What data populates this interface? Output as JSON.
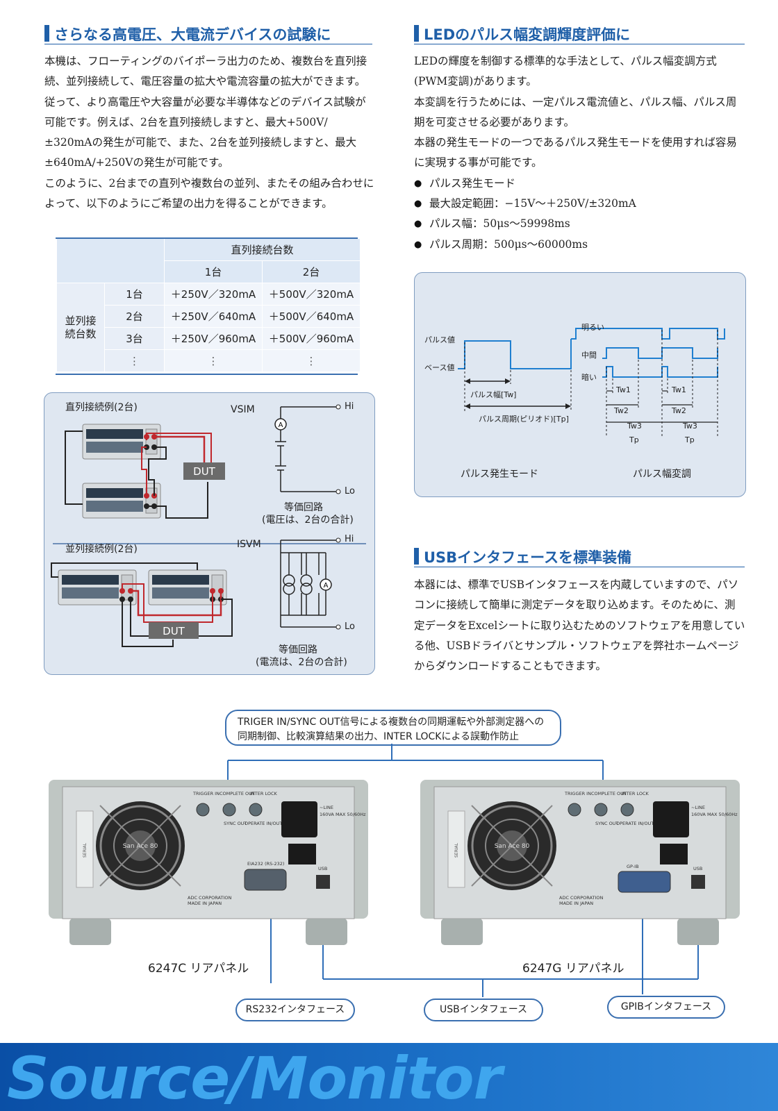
{
  "sections": {
    "high_voltage": {
      "title": "さらなる高電圧、大電流デバイスの試験に",
      "paragraphs": [
        "本機は、フローティングのバイポーラ出力のため、複数台を直列接続、並列接続して、電圧容量の拡大や電流容量の拡大ができます。従って、より高電圧や大容量が必要な半導体などのデバイス試験が可能です。例えば、2台を直列接続しますと、最大+500V/±320mAの発生が可能で、また、2台を並列接続しますと、最大±640mA/+250Vの発生が可能です。",
        "このように、2台までの直列や複数台の並列、またその組み合わせによって、以下のようにご希望の出力を得ることができます。"
      ]
    },
    "led_pwm": {
      "title": "LEDのパルス幅変調輝度評価に",
      "paragraphs": [
        "LEDの輝度を制御する標準的な手法として、パルス幅変調方式(PWM変調)があります。",
        "本変調を行うためには、一定パルス電流値と、パルス幅、パルス周期を可変させる必要があります。",
        "本器の発生モードの一つであるパルス発生モードを使用すれば容易に実現する事が可能です。"
      ],
      "bullets": [
        "パルス発生モード",
        "最大設定範囲：−15V〜＋250V/±320mA",
        "パルス幅：50μs〜59998ms",
        "パルス周期：500μs〜60000ms"
      ]
    },
    "usb": {
      "title": "USBインタフェースを標準装備",
      "paragraphs": [
        "本器には、標準でUSBインタフェースを内蔵していますので、パソコンに接続して簡単に測定データを取り込めます。そのために、測定データをExcelシートに取り込むためのソフトウェアを用意している他、USBドライバとサンプル・ソフトウェアを弊社ホームページからダウンロードすることもできます。"
      ]
    }
  },
  "table": {
    "series_header": "直列接続台数",
    "series_cols": [
      "1台",
      "2台"
    ],
    "parallel_header": "並列接続台数",
    "rows": [
      {
        "count": "1台",
        "v1": "＋250V／320mA",
        "v2": "＋500V／320mA"
      },
      {
        "count": "2台",
        "v1": "＋250V／640mA",
        "v2": "＋500V／640mA"
      },
      {
        "count": "3台",
        "v1": "＋250V／960mA",
        "v2": "＋500V／960mA"
      },
      {
        "count": "⋮",
        "v1": "⋮",
        "v2": "⋮"
      }
    ]
  },
  "connection_diagram": {
    "series_title": "直列接続例(2台)",
    "series_mode": "VSIM",
    "parallel_title": "並列接続例(2台)",
    "parallel_mode": "ISVM",
    "dut": "DUT",
    "hi": "Hi",
    "lo": "Lo",
    "ammeter": "A",
    "equiv": "等価回路",
    "series_note": "(電圧は、2台の合計)",
    "parallel_note": "(電流は、2台の合計)"
  },
  "pulse_diagram": {
    "pulse_value": "パルス値",
    "base_value": "ベース値",
    "pulse_width": "パルス幅[Tw]",
    "pulse_period": "パルス周期(ピリオド)[Tp]",
    "bright": "明るい",
    "medium": "中間",
    "dark": "暗い",
    "tw1": "Tw1",
    "tw2": "Tw2",
    "tw3": "Tw3",
    "tp": "Tp",
    "caption_left": "パルス発生モード",
    "caption_right": "パルス幅変調"
  },
  "rear_panel": {
    "callout_line1": "TRIGER IN/SYNC OUT信号による複数台の同期運転や外部測定器への",
    "callout_line2": "同期制御、比較演算結果の出力、INTER LOCKによる誤動作防止",
    "left_label": "6247C リアパネル",
    "right_label": "6247G リアパネル",
    "rs232": "RS232インタフェース",
    "usb": "USBインタフェース",
    "gpib": "GPIBインタフェース",
    "panel_text": {
      "trigger_in": "TRIGGER IN",
      "complete_out": "COMPLETE OUT",
      "inter_lock": "INTER LOCK",
      "sync_out": "SYNC OUT",
      "operate": "OPERATE IN/OUT",
      "line": "~LINE",
      "line_spec": "160VA MAX 50/60Hz",
      "eia232": "EIA232 (RS-232)",
      "gpib": "GP-IB",
      "usb": "USB",
      "maker": "ADC CORPORATION",
      "made": "MADE IN JAPAN",
      "fan": "San Ace 80",
      "serial": "SERIAL"
    }
  },
  "footer": {
    "text": "Source/Monitor"
  }
}
